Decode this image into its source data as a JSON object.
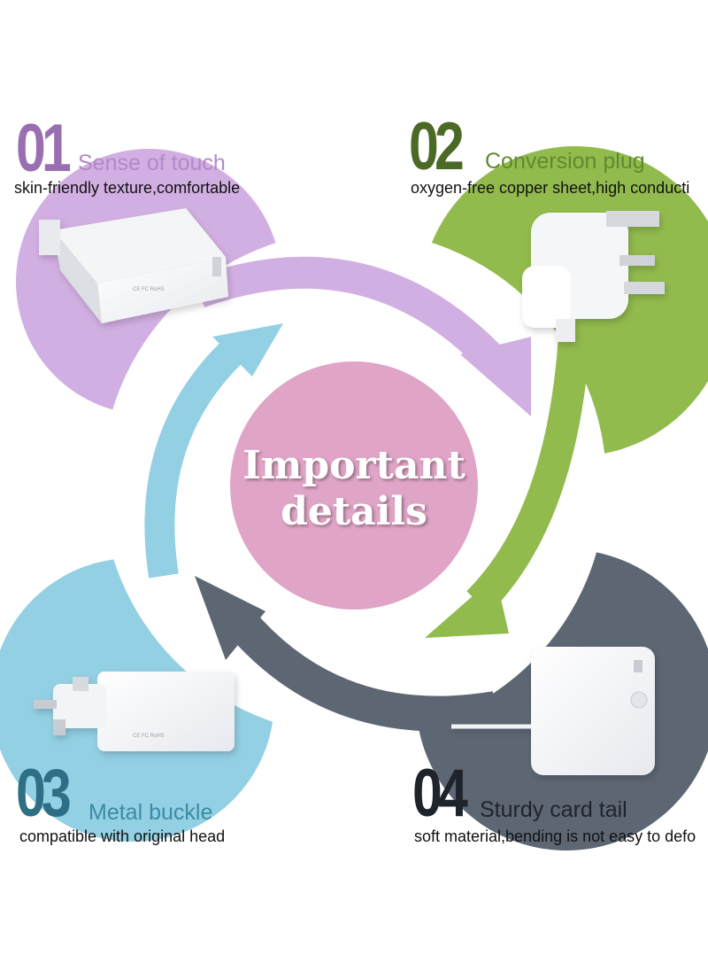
{
  "center": {
    "line1": "Important",
    "line2": "details"
  },
  "features": [
    {
      "number": "01",
      "title": "Sense of touch",
      "description": "skin-friendly texture,comfortable",
      "color": "#c9a3db"
    },
    {
      "number": "02",
      "title": "Conversion plug",
      "description": "oxygen-free copper sheet,high conducti",
      "color": "#8db64a"
    },
    {
      "number": "03",
      "title": "Metal buckle",
      "description": "compatible with original head",
      "color": "#8ccbe0"
    },
    {
      "number": "04",
      "title": "Sturdy card tail",
      "description": "soft material,bending is not easy to defo",
      "color": "#5d6773"
    }
  ],
  "colors": {
    "purple": "#c9a3db",
    "green": "#8db64a",
    "blue": "#8ccbe0",
    "slate": "#5d6773",
    "pink": "#e0a4c6",
    "num01": "#9a6fb1",
    "num02": "#4a6a26",
    "num03": "#2f6f86",
    "num04": "#1f232b"
  }
}
